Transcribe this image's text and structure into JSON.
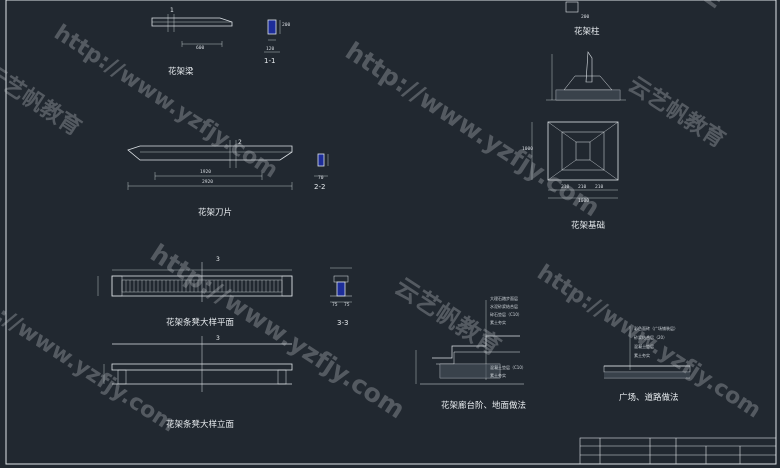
{
  "drawing": {
    "titles": {
      "beam": "花架梁",
      "blade": "花架刀片",
      "bench_plan": "花架条凳大样平面",
      "bench_elev": "花架条凳大样立面",
      "column": "花架柱",
      "foundation": "花架基础",
      "steps": "花架廊台阶、地面做法",
      "paving": "广场、道路做法"
    },
    "section_marks": {
      "s11": "1-1",
      "s22": "2-2",
      "s33": "3-3",
      "one": "1",
      "two": "2",
      "three": "3"
    },
    "dimensions": {
      "beam_600": "600",
      "beam_120": "120",
      "beam_200": "200",
      "blade_1920": "1920",
      "blade_2920": "2920",
      "bench_75a": "75",
      "bench_75b": "75",
      "bench_70": "70",
      "col_200": "200",
      "f_1000": "1000",
      "f_1000b": "1000",
      "f_210a": "210",
      "f_210b": "210",
      "f_210c": "210"
    },
    "layer_notes": {
      "steps": [
        "大理石踏步面层",
        "水泥砂浆结合层",
        "碎石垫层（C10）",
        "素土夯实",
        "混凝土垫层（C10）",
        "素土夯实"
      ],
      "paving": [
        "彩色面砖（广场铺装层）",
        "砂浆结合层（20）",
        "混凝土垫层",
        "素土夯实"
      ]
    },
    "watermarks": {
      "url": "http://www.yzfjy.com",
      "brand": "云艺帆教育"
    }
  }
}
